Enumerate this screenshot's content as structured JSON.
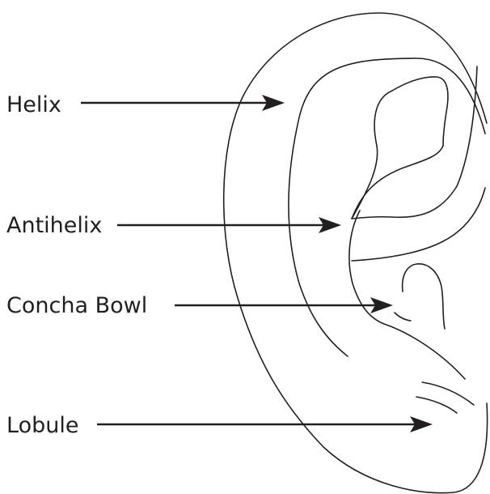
{
  "labels": {
    "helix": "Helix",
    "antihelix": "Antihelix",
    "concha_bowl": "Concha Bowl",
    "lobule": "Lobule"
  },
  "colors": {
    "ink": "#231f20",
    "background": "#ffffff"
  }
}
